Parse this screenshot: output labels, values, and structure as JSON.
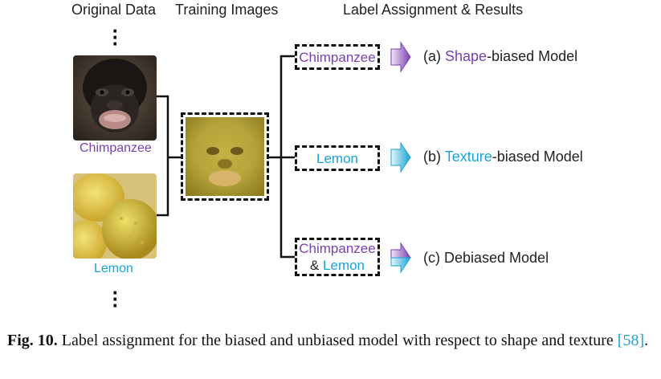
{
  "headers": {
    "original": "Original Data",
    "training": "Training Images",
    "labels": "Label Assignment & Results"
  },
  "inputs": {
    "chimp_label": "Chimpanzee",
    "lemon_label": "Lemon"
  },
  "labels": {
    "a": "Chimpanzee",
    "b": "Lemon",
    "c_line1": "Chimpanzee",
    "c_amp": "& ",
    "c_line2": "Lemon"
  },
  "results": {
    "a_prefix": "(a) ",
    "a_key": "Shape",
    "a_suffix": "-biased Model",
    "b_prefix": "(b) ",
    "b_key": "Texture",
    "b_suffix": "-biased Model",
    "c_text": "(c) Debiased Model"
  },
  "caption": {
    "fig": "Fig. 10.",
    "text": "Label assignment for the biased and unbiased model with respect to shape and texture",
    "ref": "[58]",
    "end": "."
  },
  "colors": {
    "shape": "#7b3fb0",
    "texture": "#1aa3d6"
  }
}
